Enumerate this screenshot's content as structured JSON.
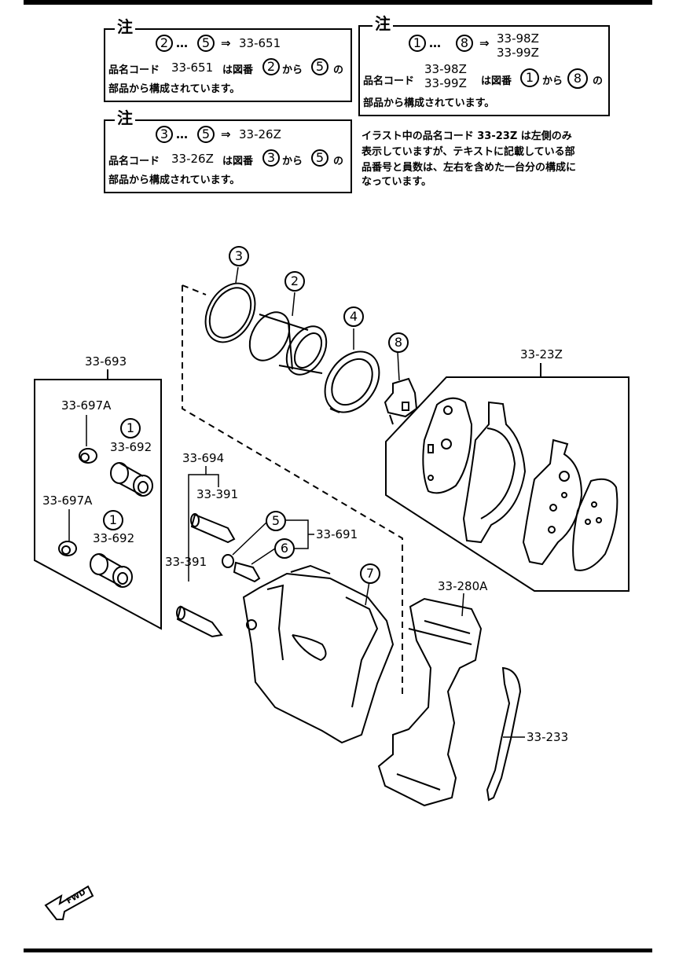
{
  "notes": {
    "note1": {
      "tag": "注",
      "range_start": "2",
      "range_sep": "…",
      "range_end": "5",
      "arrow": "⇒",
      "code": "33-651",
      "line2_a": "品名コード",
      "line2_code": "33-651",
      "line2_b": "は図番",
      "line2_from": "2",
      "line2_c": "から",
      "line2_to": "5",
      "line2_d": "の",
      "line3": "部品から構成されています。"
    },
    "note2": {
      "tag": "注",
      "range_start": "1",
      "range_sep": "…",
      "range_end": "8",
      "arrow": "⇒",
      "code_a": "33-98Z",
      "code_b": "33-99Z",
      "line2_a": "品名コード",
      "line2_b": "は図番",
      "line2_from": "1",
      "line2_c": "から",
      "line2_to": "8",
      "line2_d": "の",
      "line3": "部品から構成されています。"
    },
    "note3": {
      "tag": "注",
      "range_start": "3",
      "range_sep": "…",
      "range_end": "5",
      "arrow": "⇒",
      "code": "33-26Z",
      "line2_a": "品名コード",
      "line2_code": "33-26Z",
      "line2_b": "は図番",
      "line2_from": "3",
      "line2_c": "から",
      "line2_to": "5",
      "line2_d": "の",
      "line3": "部品から構成されています。"
    },
    "illustration_note": [
      "イラスト中の品名コード 33-23Z は左側のみ",
      "表示していますが、テキストに記載している部",
      "品番号と員数は、左右を含めた一台分の構成に",
      "なっています。"
    ]
  },
  "callouts": {
    "c1a": "1",
    "c1b": "1",
    "c2": "2",
    "c3": "3",
    "c4": "4",
    "c5": "5",
    "c6": "6",
    "c7": "7",
    "c8": "8"
  },
  "parts": {
    "p33693": "33-693",
    "p33697a_1": "33-697A",
    "p33692_1": "33-692",
    "p33697a_2": "33-697A",
    "p33692_2": "33-692",
    "p33694": "33-694",
    "p33391_1": "33-391",
    "p33391_2": "33-391",
    "p33691": "33-691",
    "p3323z": "33-23Z",
    "p33280a": "33-280A",
    "p33233": "33-233"
  },
  "fwd": "FWD"
}
